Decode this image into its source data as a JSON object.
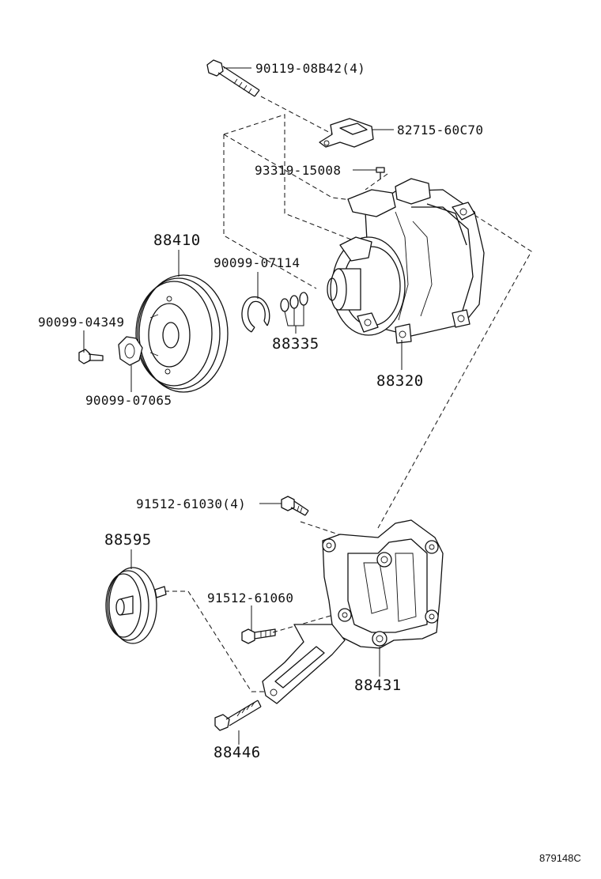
{
  "diagram": {
    "drawing_code": "879148C",
    "callouts": [
      {
        "id": "bolt_top",
        "text": "90119-08B42(4)"
      },
      {
        "id": "bracket_top",
        "text": "82715-60C70"
      },
      {
        "id": "screw_small",
        "text": "93319-15008"
      },
      {
        "id": "pulley",
        "text": "88410"
      },
      {
        "id": "snap_ring",
        "text": "90099-07114"
      },
      {
        "id": "bolt_clutch",
        "text": "90099-04349"
      },
      {
        "id": "shims",
        "text": "88335"
      },
      {
        "id": "washer",
        "text": "90099-07065"
      },
      {
        "id": "compressor",
        "text": "88320"
      },
      {
        "id": "bolt_bracket",
        "text": "91512-61030(4)"
      },
      {
        "id": "idler_pulley",
        "text": "88595"
      },
      {
        "id": "bolt_idler",
        "text": "91512-61060"
      },
      {
        "id": "bracket_main",
        "text": "88431"
      },
      {
        "id": "bolt_adjust",
        "text": "88446"
      }
    ]
  }
}
